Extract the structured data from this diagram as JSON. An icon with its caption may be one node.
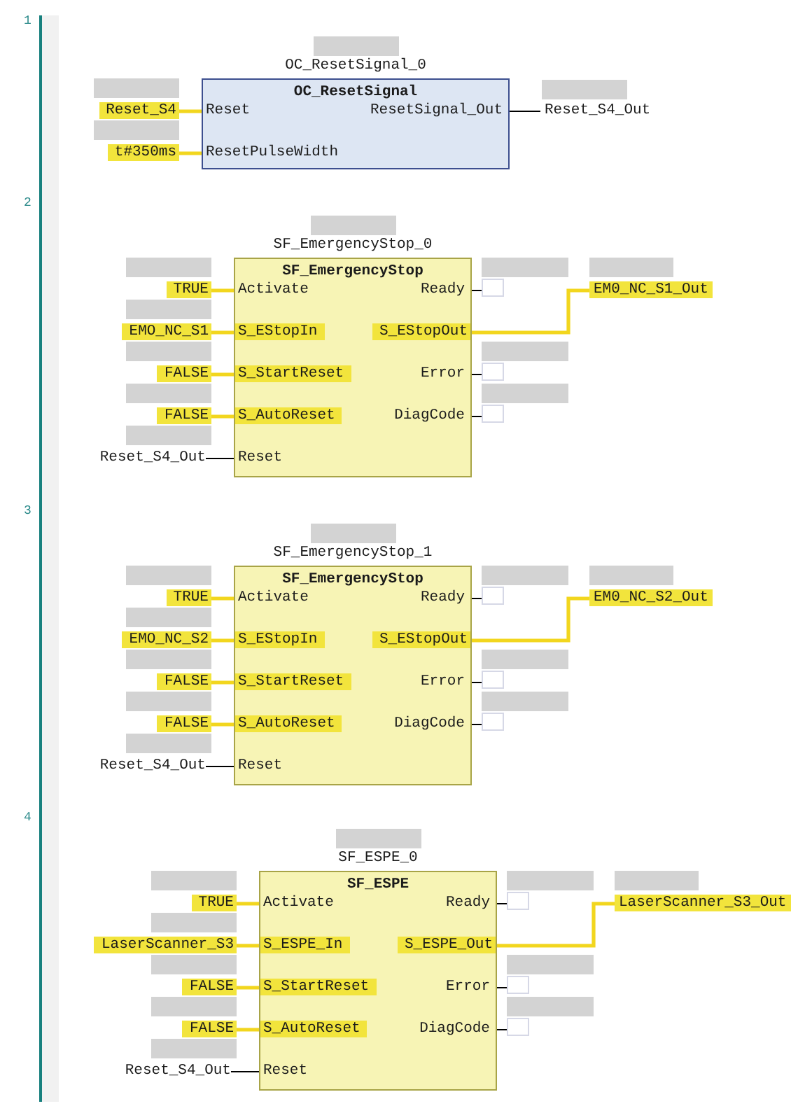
{
  "diagram": {
    "nodes": [
      {
        "text": [
          "OC_ResetSignal_0",
          "OC_ResetSignal"
        ]
      },
      {
        "text": [
          "Reset"
        ],
        "in": 0
      },
      {
        "text": [
          "ResetPulseWidth"
        ],
        "in": 0
      },
      {
        "text": [
          "ResetSignal_Out"
        ],
        "in": 0
      },
      {
        "text": [
          "Reset_S4"
        ]
      },
      {
        "text": [
          "t#350ms"
        ]
      },
      {
        "text": [
          "Reset_S4_Out"
        ]
      },
      {
        "text": [
          "SF_EmergencyStop_0",
          "SF_EmergencyStop"
        ]
      },
      {
        "text": [
          "Activate"
        ],
        "in": 7
      },
      {
        "text": [
          "S_EStopIn"
        ],
        "in": 7
      },
      {
        "text": [
          "S_StartReset"
        ],
        "in": 7
      },
      {
        "text": [
          "S_AutoReset"
        ],
        "in": 7
      },
      {
        "text": [
          "Reset"
        ],
        "in": 7
      },
      {
        "text": [
          "Ready"
        ],
        "in": 7
      },
      {
        "text": [
          "S_EStopOut"
        ],
        "in": 7
      },
      {
        "text": [
          "Error"
        ],
        "in": 7
      },
      {
        "text": [
          "DiagCode"
        ],
        "in": 7
      },
      {
        "text": [
          "TRUE"
        ]
      },
      {
        "text": [
          "EMO_NC_S1"
        ]
      },
      {
        "text": [
          "FALSE"
        ]
      },
      {
        "text": [
          "FALSE"
        ]
      },
      {
        "text": [
          "Reset_S4_Out"
        ]
      },
      {
        "text": [],
        "shape": "box"
      },
      {
        "text": [
          "EM0_NC_S1_Out"
        ]
      },
      {
        "text": [],
        "shape": "box"
      },
      {
        "text": [],
        "shape": "box"
      },
      {
        "text": [
          "SF_EmergencyStop_1",
          "SF_EmergencyStop"
        ]
      },
      {
        "text": [
          "Activate"
        ],
        "in": 26
      },
      {
        "text": [
          "S_EStopIn"
        ],
        "in": 26
      },
      {
        "text": [
          "S_StartReset"
        ],
        "in": 26
      },
      {
        "text": [
          "S_AutoReset"
        ],
        "in": 26
      },
      {
        "text": [
          "Reset"
        ],
        "in": 26
      },
      {
        "text": [
          "Ready"
        ],
        "in": 26
      },
      {
        "text": [
          "S_EStopOut"
        ],
        "in": 26
      },
      {
        "text": [
          "Error"
        ],
        "in": 26
      },
      {
        "text": [
          "DiagCode"
        ],
        "in": 26
      },
      {
        "text": [
          "TRUE"
        ]
      },
      {
        "text": [
          "EMO_NC_S2"
        ]
      },
      {
        "text": [
          "FALSE"
        ]
      },
      {
        "text": [
          "FALSE"
        ]
      },
      {
        "text": [
          "Reset_S4_Out"
        ]
      },
      {
        "text": [],
        "shape": "box"
      },
      {
        "text": [
          "EM0_NC_S2_Out"
        ]
      },
      {
        "text": [],
        "shape": "box"
      },
      {
        "text": [],
        "shape": "box"
      },
      {
        "text": [
          "SF_ESPE_0",
          "SF_ESPE"
        ]
      },
      {
        "text": [
          "Activate"
        ],
        "in": 45
      },
      {
        "text": [
          "S_ESPE_In"
        ],
        "in": 45
      },
      {
        "text": [
          "S_StartReset"
        ],
        "in": 45
      },
      {
        "text": [
          "S_AutoReset"
        ],
        "in": 45
      },
      {
        "text": [
          "Reset"
        ],
        "in": 45
      },
      {
        "text": [
          "Ready"
        ],
        "in": 45
      },
      {
        "text": [
          "S_ESPE_Out"
        ],
        "in": 45
      },
      {
        "text": [
          "Error"
        ],
        "in": 45
      },
      {
        "text": [
          "DiagCode"
        ],
        "in": 45
      },
      {
        "text": [
          "TRUE"
        ]
      },
      {
        "text": [
          "LaserScanner_S3"
        ]
      },
      {
        "text": [
          "FALSE"
        ]
      },
      {
        "text": [
          "FALSE"
        ]
      },
      {
        "text": [
          "Reset_S4_Out"
        ]
      },
      {
        "text": [],
        "shape": "box"
      },
      {
        "text": [
          "LaserScanner_S3_Out"
        ]
      },
      {
        "text": [],
        "shape": "box"
      },
      {
        "text": [],
        "shape": "box"
      }
    ],
    "edges": [
      {
        "from": 4,
        "to": 1,
        "arrow": "none"
      },
      {
        "from": 5,
        "to": 2,
        "arrow": "none"
      },
      {
        "from": 3,
        "to": 6,
        "arrow": "none",
        "color": "#000000"
      },
      {
        "from": 17,
        "to": 8,
        "arrow": "none"
      },
      {
        "from": 18,
        "to": 9,
        "arrow": "none"
      },
      {
        "from": 19,
        "to": 10,
        "arrow": "none"
      },
      {
        "from": 20,
        "to": 11,
        "arrow": "none"
      },
      {
        "from": 21,
        "to": 12,
        "arrow": "none",
        "color": "#000000"
      },
      {
        "from": 13,
        "to": 22,
        "arrow": "none",
        "color": "#000000"
      },
      {
        "from": 14,
        "to": 23,
        "arrow": "none"
      },
      {
        "from": 15,
        "to": 24,
        "arrow": "none",
        "color": "#000000"
      },
      {
        "from": 16,
        "to": 25,
        "arrow": "none",
        "color": "#000000"
      },
      {
        "from": 36,
        "to": 27,
        "arrow": "none"
      },
      {
        "from": 37,
        "to": 28,
        "arrow": "none"
      },
      {
        "from": 38,
        "to": 29,
        "arrow": "none"
      },
      {
        "from": 39,
        "to": 30,
        "arrow": "none"
      },
      {
        "from": 40,
        "to": 31,
        "arrow": "none",
        "color": "#000000"
      },
      {
        "from": 32,
        "to": 41,
        "arrow": "none",
        "color": "#000000"
      },
      {
        "from": 33,
        "to": 42,
        "arrow": "none"
      },
      {
        "from": 34,
        "to": 43,
        "arrow": "none",
        "color": "#000000"
      },
      {
        "from": 35,
        "to": 44,
        "arrow": "none",
        "color": "#000000"
      },
      {
        "from": 55,
        "to": 46,
        "arrow": "none"
      },
      {
        "from": 56,
        "to": 47,
        "arrow": "none"
      },
      {
        "from": 57,
        "to": 48,
        "arrow": "none"
      },
      {
        "from": 58,
        "to": 49,
        "arrow": "none"
      },
      {
        "from": 59,
        "to": 50,
        "arrow": "none",
        "color": "#000000"
      },
      {
        "from": 51,
        "to": 60,
        "arrow": "none",
        "color": "#000000"
      },
      {
        "from": 52,
        "to": 61,
        "arrow": "none"
      },
      {
        "from": 53,
        "to": 62,
        "arrow": "none",
        "color": "#000000"
      },
      {
        "from": 54,
        "to": 63,
        "arrow": "none",
        "color": "#000000"
      }
    ],
    "labels": [
      "1",
      "2",
      "3",
      "4"
    ]
  }
}
